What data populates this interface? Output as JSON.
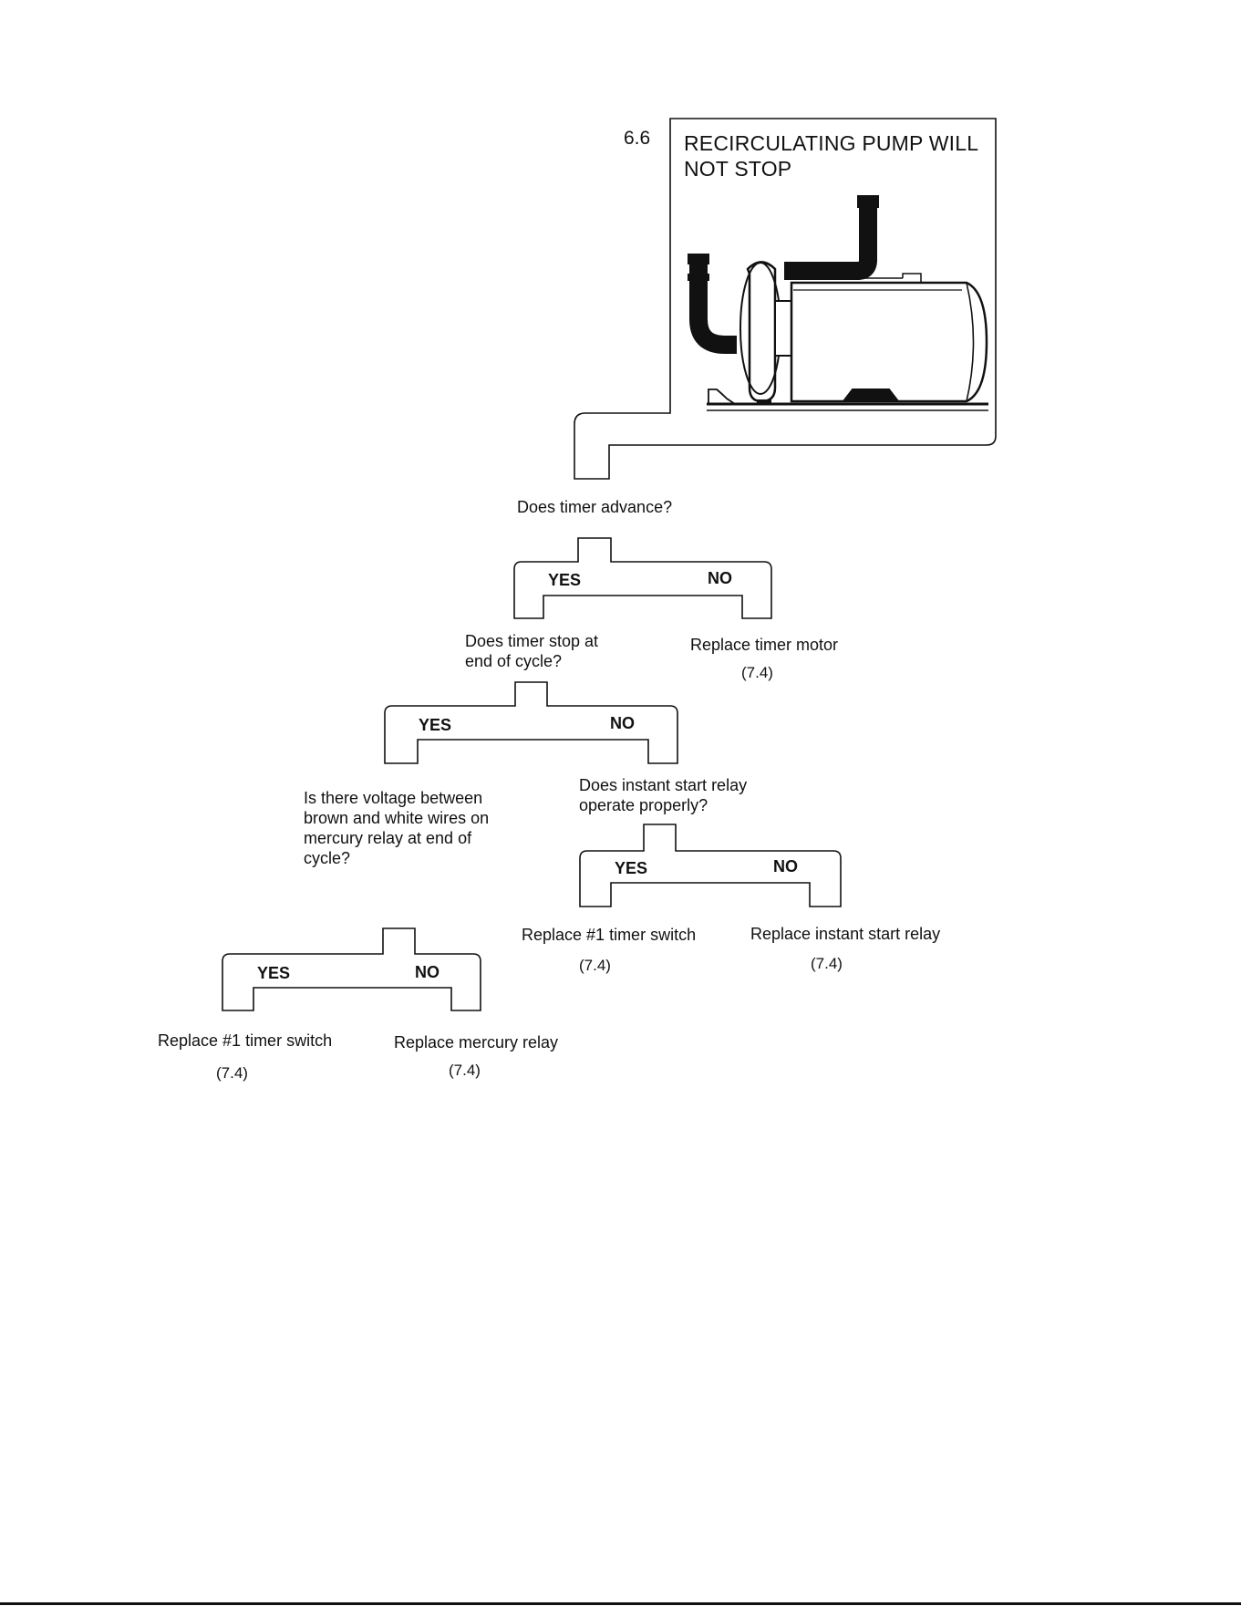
{
  "header": {
    "section_number": "6.6",
    "title_line1": "RECIRCULATING PUMP WILL",
    "title_line2": "NOT STOP"
  },
  "illustration": {
    "subject": "recirculating-pump"
  },
  "branch_labels": {
    "yes": "YES",
    "no": "NO"
  },
  "questions": {
    "q1": "Does timer advance?",
    "q2_line1": "Does timer stop at",
    "q2_line2": "end of cycle?",
    "q3_line1": "Is there voltage between",
    "q3_line2": "brown and white wires on",
    "q3_line3": "mercury relay at end of",
    "q3_line4": "cycle?",
    "q4_line1": "Does instant start relay",
    "q4_line2": "operate properly?"
  },
  "actions": {
    "a1": {
      "text": "Replace timer motor",
      "ref": "(7.4)"
    },
    "a2": {
      "text": "Replace #1 timer switch",
      "ref": "(7.4)"
    },
    "a3": {
      "text": "Replace mercury relay",
      "ref": "(7.4)"
    },
    "a4": {
      "text": "Replace #1 timer switch",
      "ref": "(7.4)"
    },
    "a5": {
      "text": "Replace instant start relay",
      "ref": "(7.4)"
    }
  }
}
